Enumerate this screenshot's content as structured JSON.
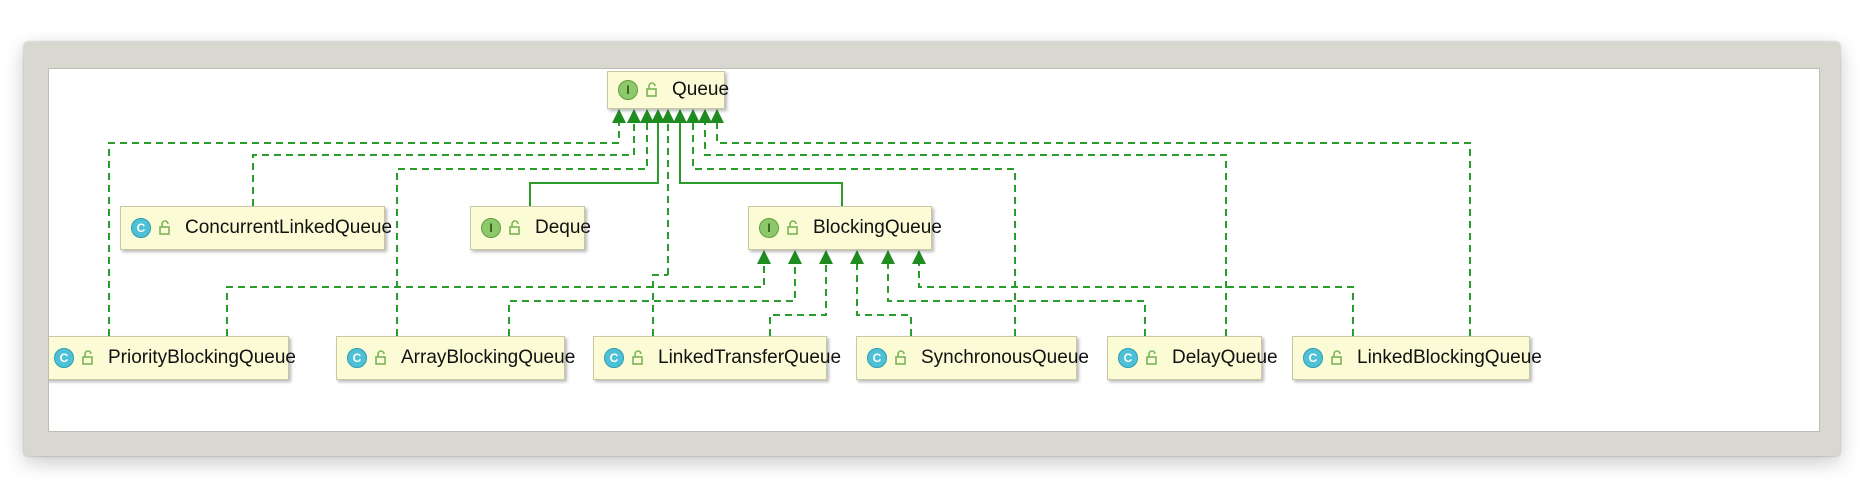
{
  "nodes": {
    "queue": {
      "label": "Queue",
      "kind": "interface",
      "badge": "I"
    },
    "concurrent_linked_queue": {
      "label": "ConcurrentLinkedQueue",
      "kind": "class",
      "badge": "C"
    },
    "deque": {
      "label": "Deque",
      "kind": "interface",
      "badge": "I"
    },
    "blocking_queue": {
      "label": "BlockingQueue",
      "kind": "interface",
      "badge": "I"
    },
    "priority_blocking_queue": {
      "label": "PriorityBlockingQueue",
      "kind": "class",
      "badge": "C"
    },
    "array_blocking_queue": {
      "label": "ArrayBlockingQueue",
      "kind": "class",
      "badge": "C"
    },
    "linked_transfer_queue": {
      "label": "LinkedTransferQueue",
      "kind": "class",
      "badge": "C"
    },
    "synchronous_queue": {
      "label": "SynchronousQueue",
      "kind": "class",
      "badge": "C"
    },
    "delay_queue": {
      "label": "DelayQueue",
      "kind": "class",
      "badge": "C"
    },
    "linked_blocking_queue": {
      "label": "LinkedBlockingQueue",
      "kind": "class",
      "badge": "C"
    }
  },
  "relations": [
    {
      "from": "priority_blocking_queue",
      "to": "queue",
      "type": "implements"
    },
    {
      "from": "concurrent_linked_queue",
      "to": "queue",
      "type": "implements"
    },
    {
      "from": "array_blocking_queue",
      "to": "queue",
      "type": "implements"
    },
    {
      "from": "deque",
      "to": "queue",
      "type": "extends"
    },
    {
      "from": "linked_transfer_queue",
      "to": "queue",
      "type": "implements"
    },
    {
      "from": "blocking_queue",
      "to": "queue",
      "type": "extends"
    },
    {
      "from": "synchronous_queue",
      "to": "queue",
      "type": "implements"
    },
    {
      "from": "delay_queue",
      "to": "queue",
      "type": "implements"
    },
    {
      "from": "linked_blocking_queue",
      "to": "queue",
      "type": "implements"
    },
    {
      "from": "priority_blocking_queue",
      "to": "blocking_queue",
      "type": "implements"
    },
    {
      "from": "array_blocking_queue",
      "to": "blocking_queue",
      "type": "implements"
    },
    {
      "from": "linked_transfer_queue",
      "to": "blocking_queue",
      "type": "implements"
    },
    {
      "from": "synchronous_queue",
      "to": "blocking_queue",
      "type": "implements"
    },
    {
      "from": "delay_queue",
      "to": "blocking_queue",
      "type": "implements"
    },
    {
      "from": "linked_blocking_queue",
      "to": "blocking_queue",
      "type": "implements"
    }
  ],
  "colors": {
    "edge": "#2a9c2a",
    "arrow": "#1e8c1e",
    "node_fill": "#fbfbd5",
    "class_badge": "#4fc1d6",
    "interface_badge": "#8dc96b"
  }
}
